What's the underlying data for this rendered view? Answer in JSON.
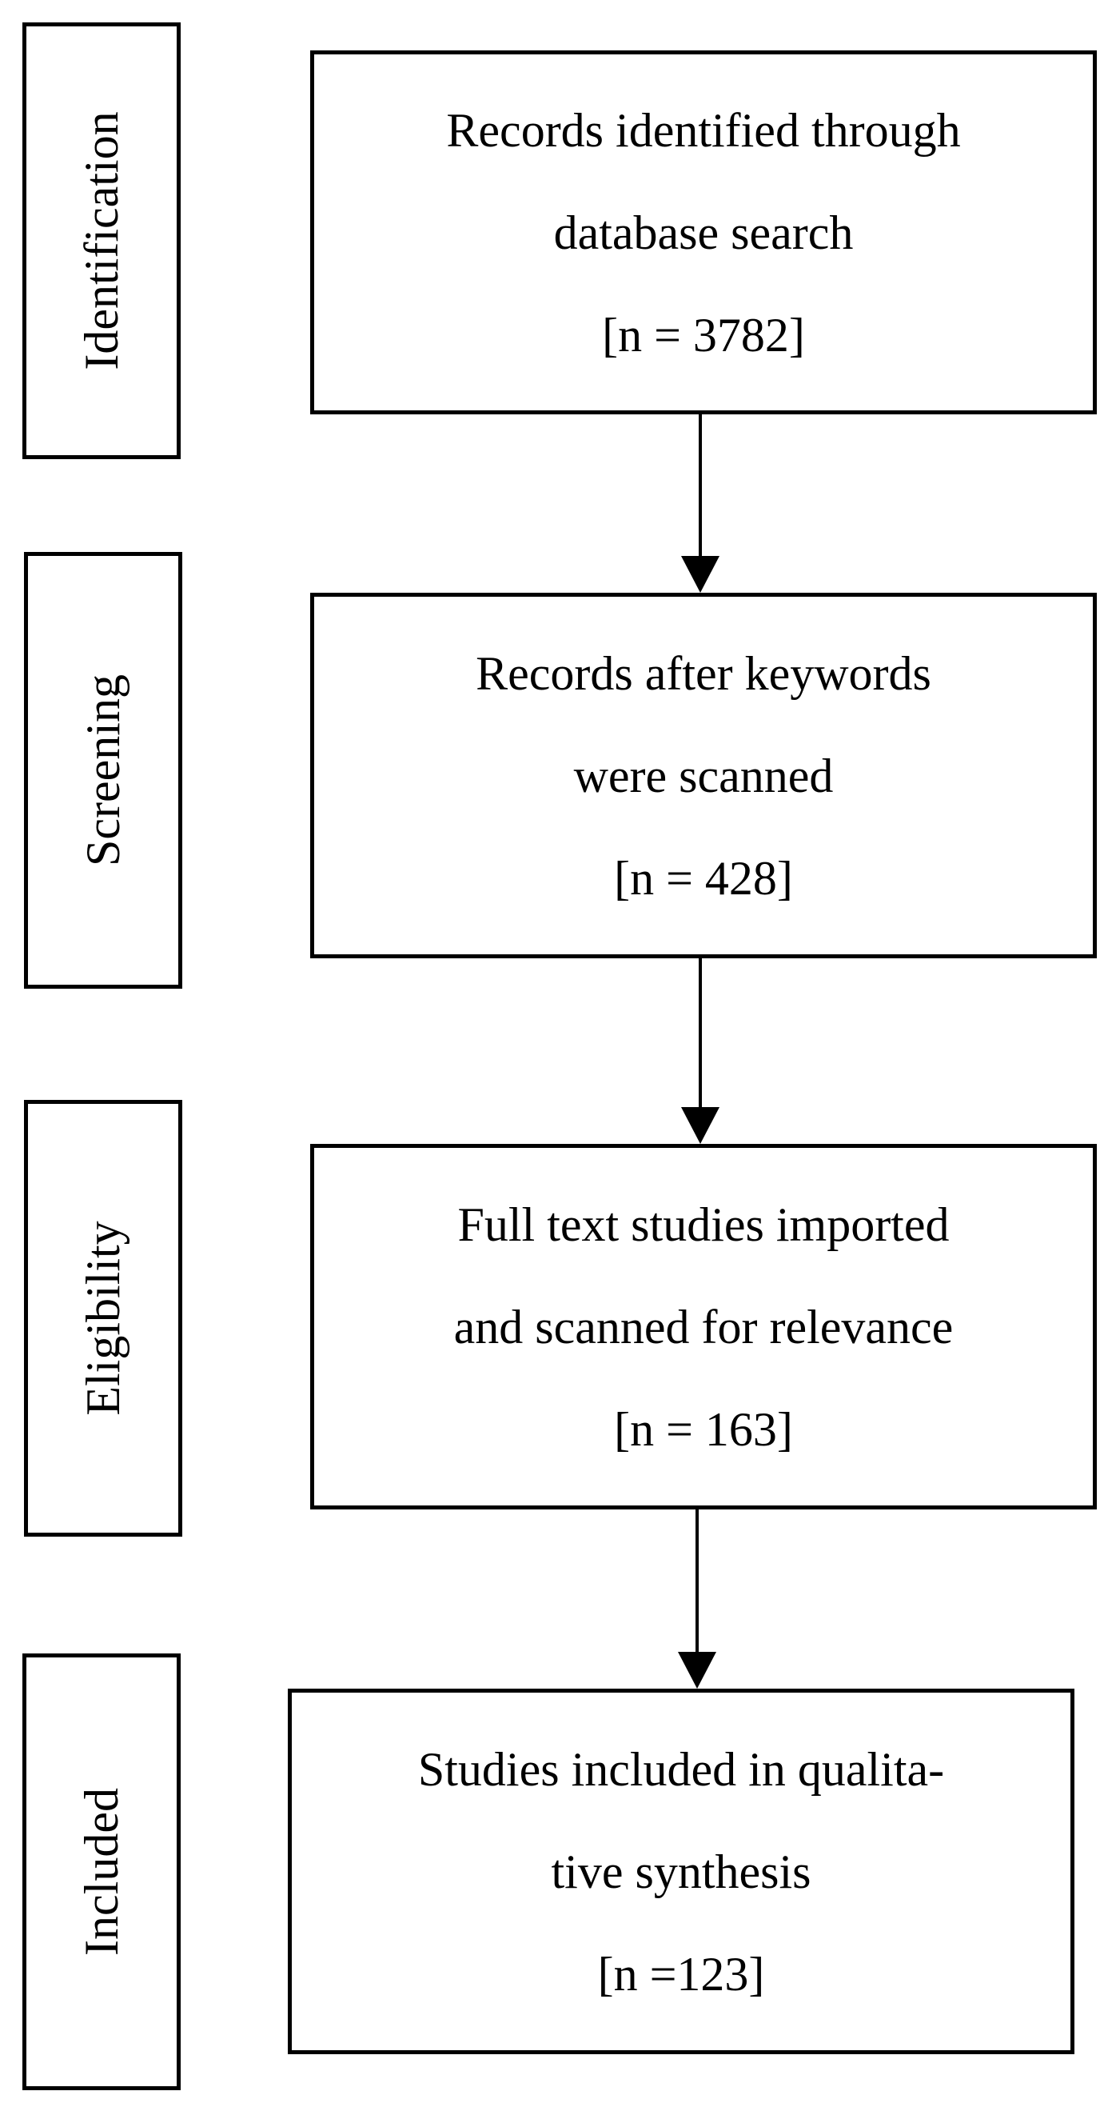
{
  "stages": [
    {
      "id": "identification",
      "label": "Identification"
    },
    {
      "id": "screening",
      "label": "Screening"
    },
    {
      "id": "eligibility",
      "label": "Eligibility"
    },
    {
      "id": "included",
      "label": "Included"
    }
  ],
  "boxes": [
    {
      "id": "identified",
      "lines": [
        "Records identified through",
        "database search",
        "[n = 3782]"
      ]
    },
    {
      "id": "screened",
      "lines": [
        "Records after keywords",
        "were scanned",
        "[n = 428]"
      ]
    },
    {
      "id": "eligible",
      "lines": [
        "Full text studies imported",
        "and scanned for relevance",
        "[n = 163]"
      ]
    },
    {
      "id": "included",
      "lines": [
        "Studies included in qualita-",
        "tive synthesis",
        "[n =123]"
      ]
    }
  ],
  "colors": {
    "stroke": "#000000",
    "background": "#ffffff"
  }
}
